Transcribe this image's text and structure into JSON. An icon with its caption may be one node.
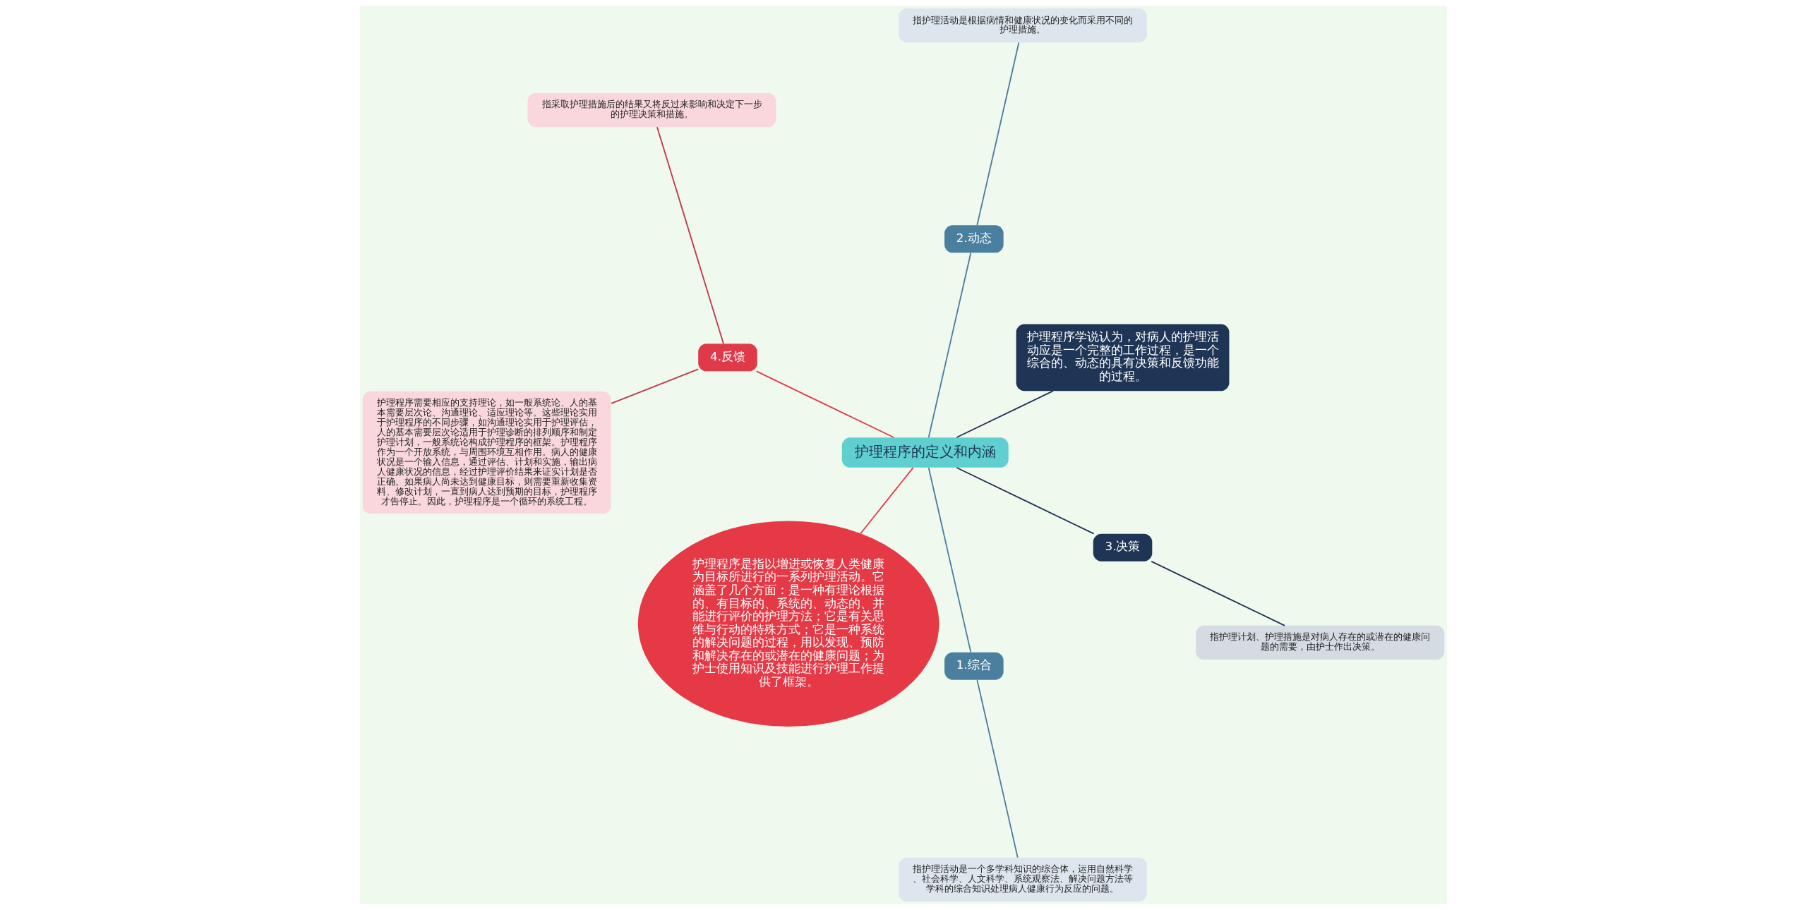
{
  "diagram": {
    "nodes": [
      {
        "text": [
          "护理程序的定义和内涵"
        ]
      },
      {
        "text": [
          "护理程序学说认为，对病人的护理活动应是一个完整的工作过程，是一个综合的、动态的具有决策和反馈功能的过程。"
        ]
      },
      {
        "text": [
          "2.动态"
        ]
      },
      {
        "text": [
          "指护理活动是根据病情和健康状况的变化而采用不同的护理措施。"
        ]
      },
      {
        "text": [
          "4.反馈"
        ]
      },
      {
        "text": [
          "指采取护理措施后的结果又将反过来影响和决定下一步的护理决策和措施。"
        ]
      },
      {
        "text": [
          "护理程序需要相应的支持理论，如一般系统论、人的基本需要层次论、沟通理论、适应理论等。这些理论实用于护理程序的不同步骤，如沟通理论实用于护理评估，人的基本需要层次论适用于护理诊断的排列顺序和制定护理计划，一般系统论构成护理程序的框架。护理程序作为一个开放系统，与周围环境互相作用。病人的健康状况是一个输入信息，通过评估、计划和实施，输出病人健康状况的信息，经过护理评价结果来证实计划是否正确。如果病人尚未达到健康目标，则需要重新收集资料、修改计划，一直到病人达到预期的目标，护理程序才告停止。因此，护理程序是一个循环的系统工程。"
        ]
      },
      {
        "text": [
          "护理程序是指以增进或恢复人类健康为目标所进行的一系列护理活动。它涵盖了几个方面：是一种有理论根据的、有目标的、系统的、动态的、并能进行评价的护理方法；它是有关思维与行动的特殊方式；它是一种系统的解决问题的过程，用以发现、预防和解决存在的或潜在的健康问题；为护士使用知识及技能进行护理工作提供了框架。"
        ]
      },
      {
        "text": [
          "1.综合"
        ]
      },
      {
        "text": [
          "指护理活动是一个多学科知识的综合体，运用自然科学、社会科学、人文科学、系统观察法、解决问题方法等学科的综合知识处理病人健康行为反应的问题。"
        ]
      },
      {
        "text": [
          "3.决策"
        ]
      },
      {
        "text": [
          "指护理计划、护理措施是对病人存在的或潜在的健康问题的需要，由护士作出决策。"
        ]
      }
    ],
    "edges": [
      {
        "from": 0,
        "to": 1,
        "arrow": "none",
        "color": "#1f3556"
      },
      {
        "from": 0,
        "to": 2,
        "arrow": "none",
        "color": "#4a7fa0"
      },
      {
        "from": 2,
        "to": 3,
        "arrow": "none",
        "color": "#4a7fa0"
      },
      {
        "from": 0,
        "to": 4,
        "arrow": "none",
        "color": "#e03a4a"
      },
      {
        "from": 4,
        "to": 5,
        "arrow": "none",
        "color": "#c0394a"
      },
      {
        "from": 4,
        "to": 6,
        "arrow": "none",
        "color": "#c0394a"
      },
      {
        "from": 0,
        "to": 7,
        "arrow": "none",
        "color": "#e03a4a"
      },
      {
        "from": 0,
        "to": 8,
        "arrow": "none",
        "color": "#4a7fa0"
      },
      {
        "from": 8,
        "to": 9,
        "arrow": "none",
        "color": "#4a7fa0"
      },
      {
        "from": 0,
        "to": 10,
        "arrow": "none",
        "color": "#1f3556"
      },
      {
        "from": 10,
        "to": 11,
        "arrow": "none",
        "color": "#1f3556"
      }
    ]
  }
}
